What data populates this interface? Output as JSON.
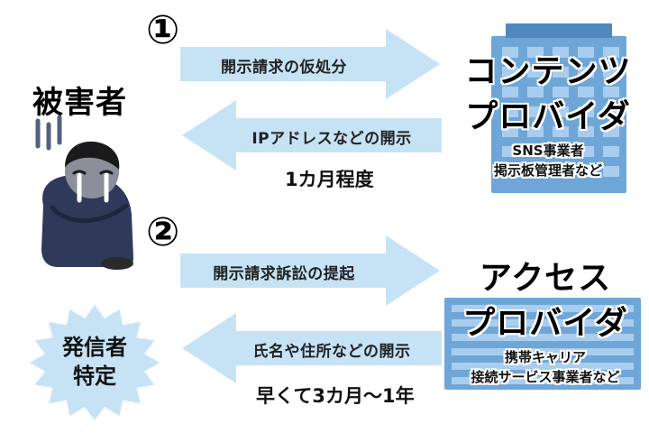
{
  "step1": {
    "number": "①",
    "request_label": "開示請求の仮処分",
    "response_label": "IPアドレスなどの開示",
    "duration": "1カ月程度"
  },
  "step2": {
    "number": "②",
    "request_label": "開示請求訴訟の提起",
    "response_label": "氏名や住所などの開示",
    "duration": "早くて3カ月〜1年"
  },
  "victim": {
    "label": "被害者"
  },
  "content_provider": {
    "title_line1": "コンテンツ",
    "title_line2": "プロバイダ",
    "sub_line1": "SNS事業者",
    "sub_line2": "掲示板管理者など"
  },
  "access_provider": {
    "title_line1": "アクセス",
    "title_line2": "プロバイダ",
    "sub_line1": "携帯キャリア",
    "sub_line2": "接続サービス事業者など"
  },
  "identified_badge": {
    "line1": "発信者",
    "line2": "特定"
  },
  "colors": {
    "arrow_fill": "#c6e3f6",
    "building_blue": "#6fa6d8",
    "building_window": "#a9cdee",
    "badge_fill": "#c6e3f6",
    "person_navy": "#2f3a5a"
  }
}
